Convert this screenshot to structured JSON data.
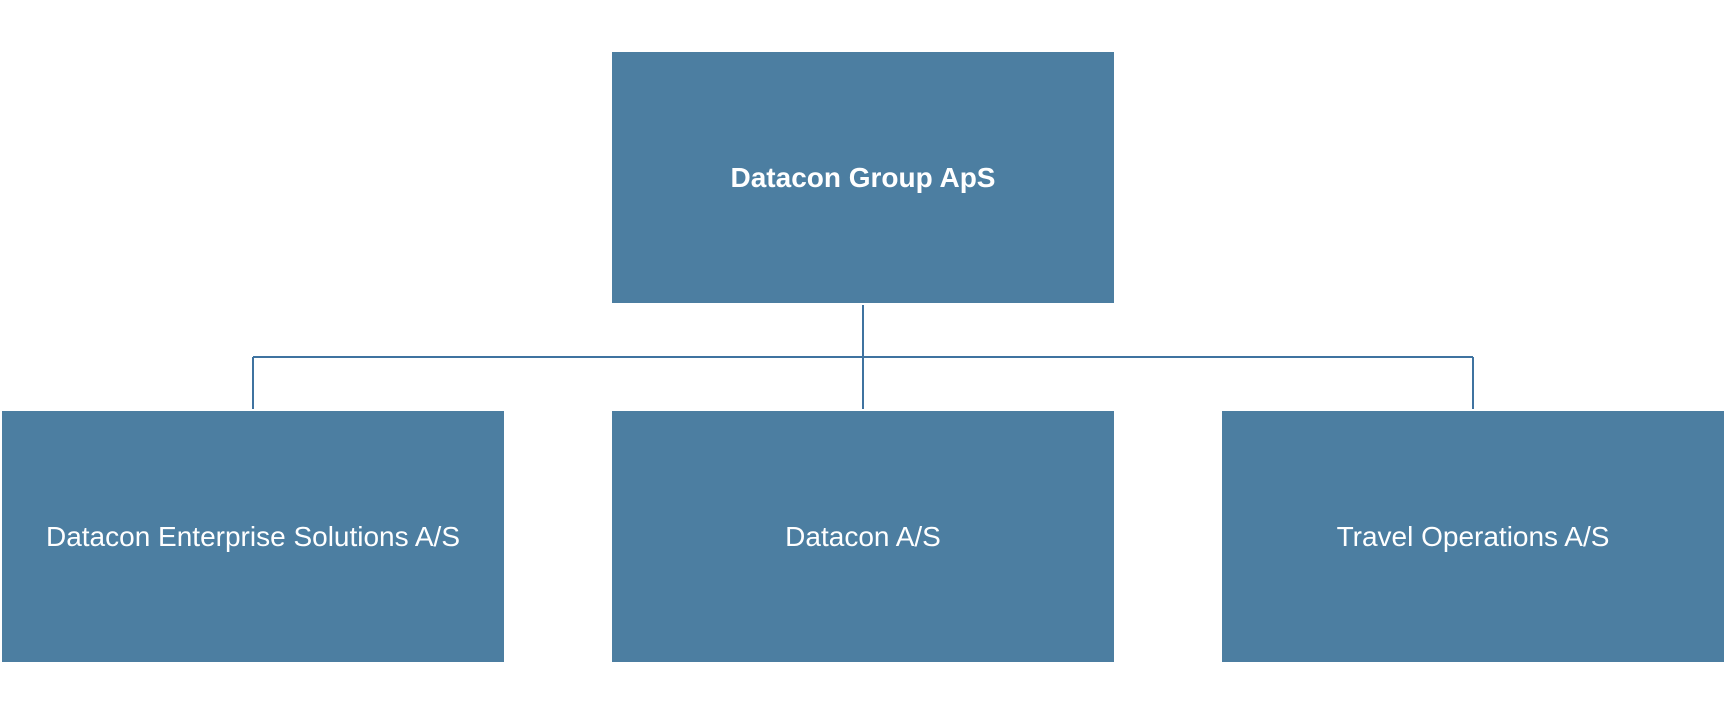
{
  "colors": {
    "box_fill": "#4c7ea1",
    "connector": "#3f73a0",
    "text": "#ffffff",
    "background": "#ffffff"
  },
  "org_chart": {
    "root": {
      "label": "Datacon Group ApS"
    },
    "children": [
      {
        "label": "Datacon Enterprise Solutions A/S"
      },
      {
        "label": "Datacon A/S"
      },
      {
        "label": "Travel Operations A/S"
      }
    ]
  }
}
